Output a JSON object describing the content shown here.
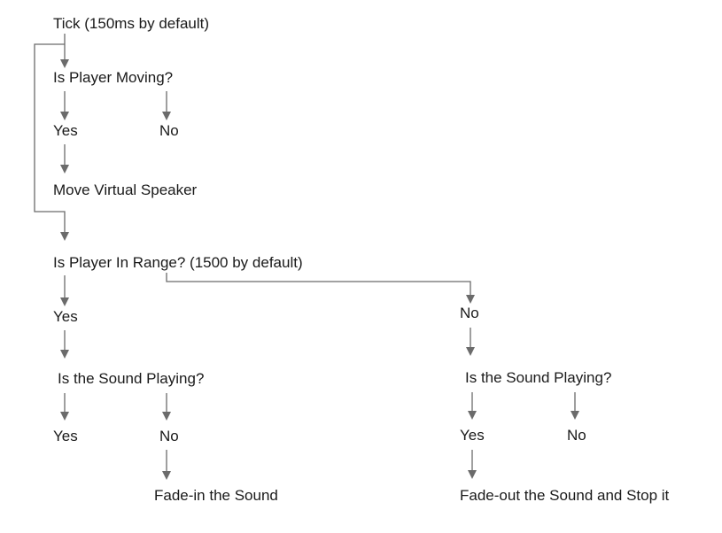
{
  "nodes": {
    "tick": "Tick (150ms by default)",
    "is_player_moving": "Is Player Moving?",
    "moving_yes": "Yes",
    "moving_no": "No",
    "move_virtual_speaker": "Move Virtual Speaker",
    "is_player_in_range": "Is Player In Range? (1500 by default)",
    "range_yes": "Yes",
    "range_no": "No",
    "sound_playing_left": "Is the Sound Playing?",
    "left_yes": "Yes",
    "left_no": "No",
    "fade_in": "Fade-in the Sound",
    "sound_playing_right": "Is the Sound Playing?",
    "right_yes": "Yes",
    "right_no": "No",
    "fade_out": "Fade-out the Sound and Stop it"
  }
}
